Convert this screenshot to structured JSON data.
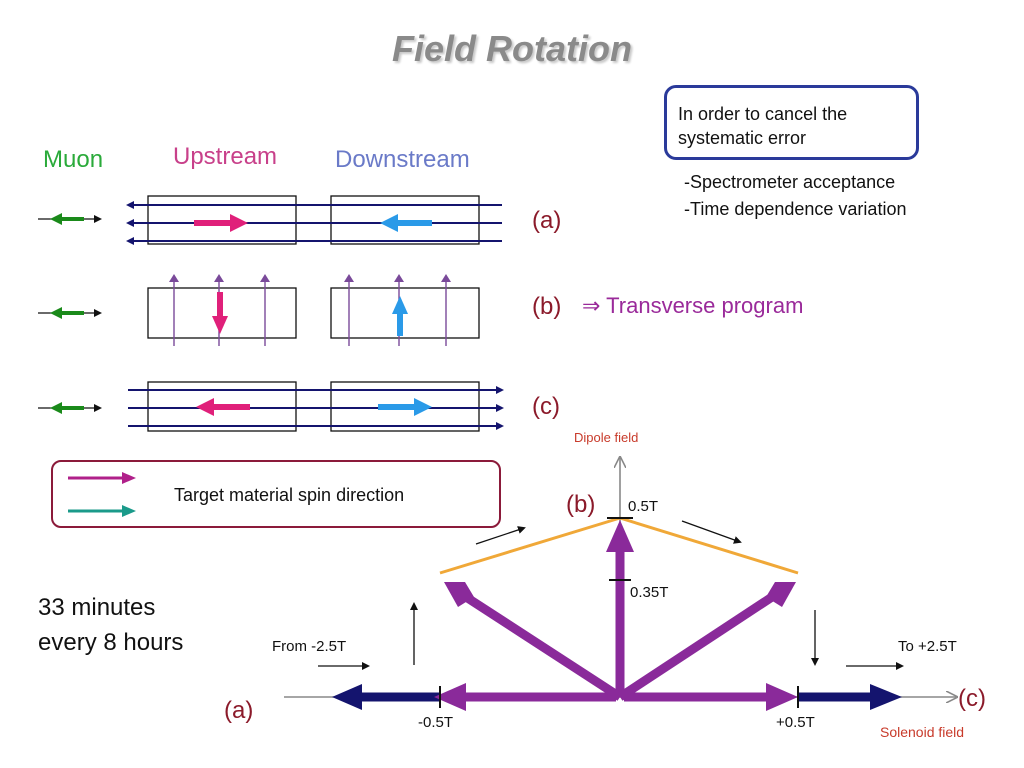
{
  "title": "Field Rotation",
  "note": {
    "text": "In order to cancel the systematic error",
    "items": [
      "-Spectrometer acceptance",
      "-Time dependence variation"
    ]
  },
  "headers": {
    "muon": "Muon",
    "upstream": "Upstream",
    "downstream": "Downstream"
  },
  "configs": {
    "a": "(a)",
    "b": "(b)",
    "c": "(c)"
  },
  "transverse": "⇒ Transverse program",
  "legend": {
    "label": "Target material spin direction"
  },
  "timing": {
    "line1": "33 minutes",
    "line2": "every 8 hours"
  },
  "plot": {
    "dipole_axis": "Dipole field",
    "solenoid_axis": "Solenoid field",
    "tick_05T": "0.5T",
    "tick_035T": "0.35T",
    "tick_neg05": "-0.5T",
    "tick_pos05": "+0.5T",
    "from_label": "From -2.5T",
    "to_label": "To +2.5T",
    "label_a": "(a)",
    "label_b": "(b)",
    "label_c": "(c)"
  },
  "colors": {
    "muon": "#1a8a1a",
    "upstream": "#e0207a",
    "downstream": "#2a9ae8",
    "field_line": "#14146e",
    "purple": "#8a2a9a",
    "legend_magenta": "#b0208a",
    "legend_teal": "#1a9a8a",
    "label_red": "#8b1a2a"
  }
}
